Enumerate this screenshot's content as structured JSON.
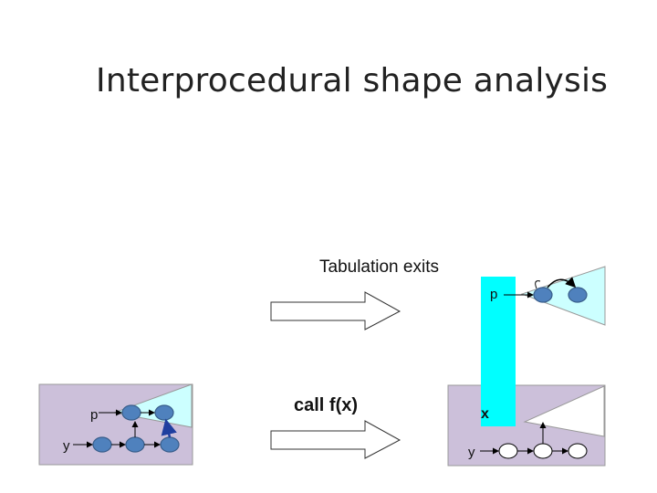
{
  "slide": {
    "title": "Interprocedural shape analysis"
  },
  "diagram": {
    "tabulation_label": "Tabulation exits",
    "call_label": "call f(x)",
    "right_top_var": "p",
    "right_bottom_x_var": "x",
    "right_bottom_y_var": "y",
    "left_p_var": "p",
    "left_y_var": "y"
  },
  "colors": {
    "heap_region": "#ccc0da",
    "cone": "#ccffff",
    "cutpoint_bar": "#00ffff",
    "node_fill": "#4f81bd",
    "node_stroke": "#385d8a",
    "edge": "#000000",
    "highlight_edge": "#1f3f9f"
  }
}
